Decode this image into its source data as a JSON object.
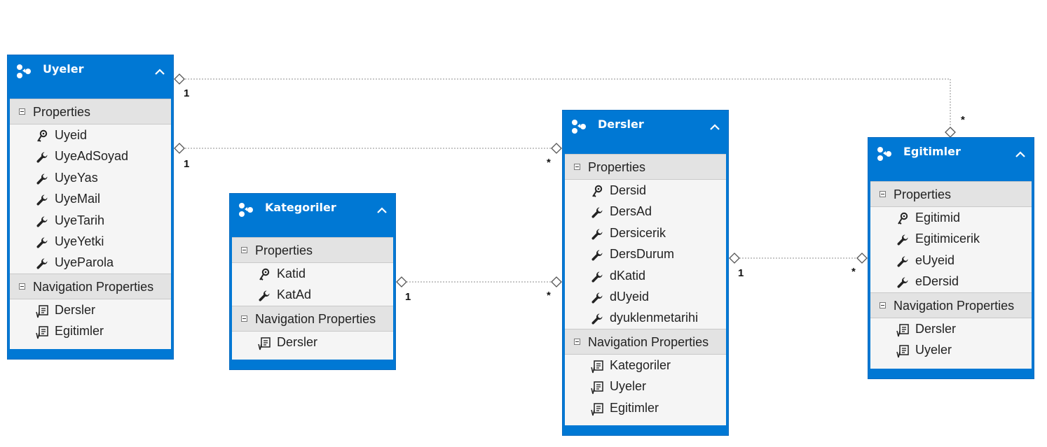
{
  "colors": {
    "header": "#0078d4",
    "body": "#f5f5f5",
    "section": "#e3e3e3",
    "link": "#8c8c8c"
  },
  "entities": {
    "uyeler": {
      "title": "Uyeler",
      "properties_label": "Properties",
      "properties": [
        {
          "name": "Uyeid",
          "icon": "key-icon"
        },
        {
          "name": "UyeAdSoyad",
          "icon": "wrench-icon"
        },
        {
          "name": "UyeYas",
          "icon": "wrench-icon"
        },
        {
          "name": "UyeMail",
          "icon": "wrench-icon"
        },
        {
          "name": "UyeTarih",
          "icon": "wrench-icon"
        },
        {
          "name": "UyeYetki",
          "icon": "wrench-icon"
        },
        {
          "name": "UyeParola",
          "icon": "wrench-icon"
        }
      ],
      "navigation_label": "Navigation Properties",
      "navigation": [
        {
          "name": "Dersler",
          "icon": "navigation-icon"
        },
        {
          "name": "Egitimler",
          "icon": "navigation-icon"
        }
      ]
    },
    "kategoriler": {
      "title": "Kategoriler",
      "properties_label": "Properties",
      "properties": [
        {
          "name": "Katid",
          "icon": "key-icon"
        },
        {
          "name": "KatAd",
          "icon": "wrench-icon"
        }
      ],
      "navigation_label": "Navigation Properties",
      "navigation": [
        {
          "name": "Dersler",
          "icon": "navigation-icon"
        }
      ]
    },
    "dersler": {
      "title": "Dersler",
      "properties_label": "Properties",
      "properties": [
        {
          "name": "Dersid",
          "icon": "key-icon"
        },
        {
          "name": "DersAd",
          "icon": "wrench-icon"
        },
        {
          "name": "Dersicerik",
          "icon": "wrench-icon"
        },
        {
          "name": "DersDurum",
          "icon": "wrench-icon"
        },
        {
          "name": "dKatid",
          "icon": "wrench-icon"
        },
        {
          "name": "dUyeid",
          "icon": "wrench-icon"
        },
        {
          "name": "dyuklenmetarihi",
          "icon": "wrench-icon"
        }
      ],
      "navigation_label": "Navigation Properties",
      "navigation": [
        {
          "name": "Kategoriler",
          "icon": "navigation-icon"
        },
        {
          "name": "Uyeler",
          "icon": "navigation-icon"
        },
        {
          "name": "Egitimler",
          "icon": "navigation-icon"
        }
      ]
    },
    "egitimler": {
      "title": "Egitimler",
      "properties_label": "Properties",
      "properties": [
        {
          "name": "Egitimid",
          "icon": "key-icon"
        },
        {
          "name": "Egitimicerik",
          "icon": "wrench-icon"
        },
        {
          "name": "eUyeid",
          "icon": "wrench-icon"
        },
        {
          "name": "eDersid",
          "icon": "wrench-icon"
        }
      ],
      "navigation_label": "Navigation Properties",
      "navigation": [
        {
          "name": "Dersler",
          "icon": "navigation-icon"
        },
        {
          "name": "Uyeler",
          "icon": "navigation-icon"
        }
      ]
    }
  },
  "associations": [
    {
      "from": "Uyeler",
      "to": "Egitimler",
      "from_mult": "1",
      "to_mult": "*"
    },
    {
      "from": "Uyeler",
      "to": "Dersler",
      "from_mult": "1",
      "to_mult": "*"
    },
    {
      "from": "Kategoriler",
      "to": "Dersler",
      "from_mult": "1",
      "to_mult": "*"
    },
    {
      "from": "Dersler",
      "to": "Egitimler",
      "from_mult": "1",
      "to_mult": "*"
    }
  ]
}
